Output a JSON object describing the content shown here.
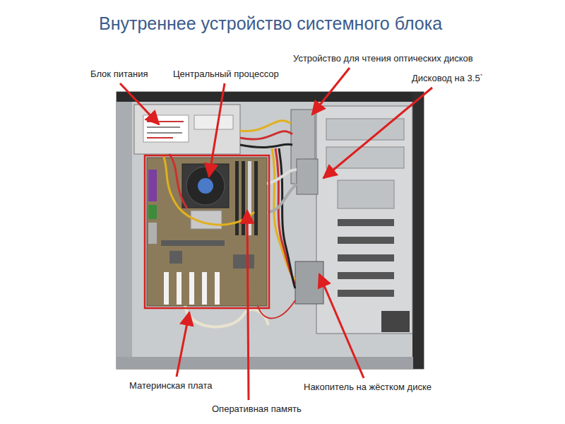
{
  "diagram": {
    "title": "Внутреннее устройство системного блока",
    "labels": [
      "Блок питания",
      "Центральный процессор",
      "Устройство для чтения оптических дисков",
      "Дисковод на 3.5`",
      "Материнская плата",
      "Накопитель на жёстком диске",
      "Оперативная память"
    ]
  }
}
